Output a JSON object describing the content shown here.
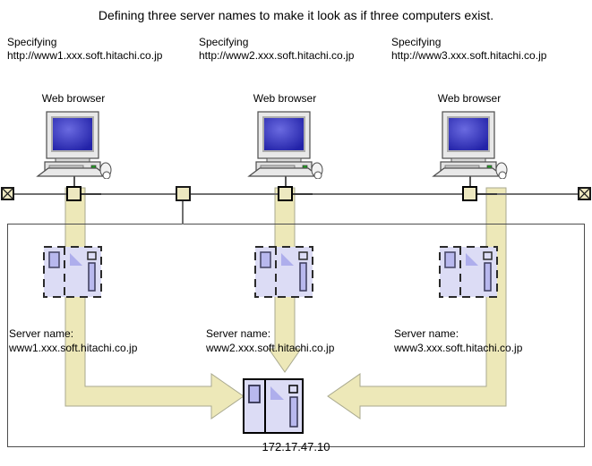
{
  "title": "Defining three server names to make it look as if three computers exist.",
  "specifying": [
    {
      "label": "Specifying",
      "url": "http://www1.xxx.soft.hitachi.co.jp"
    },
    {
      "label": "Specifying",
      "url": "http://www2.xxx.soft.hitachi.co.jp"
    },
    {
      "label": "Specifying",
      "url": "http://www3.xxx.soft.hitachi.co.jp"
    }
  ],
  "browsers": [
    {
      "label": "Web browser"
    },
    {
      "label": "Web browser"
    },
    {
      "label": "Web browser"
    }
  ],
  "virtual_servers": [
    {
      "caption": "Server name:",
      "name": "www1.xxx.soft.hitachi.co.jp"
    },
    {
      "caption": "Server name:",
      "name": "www2.xxx.soft.hitachi.co.jp"
    },
    {
      "caption": "Server name:",
      "name": "www3.xxx.soft.hitachi.co.jp"
    }
  ],
  "physical_server": {
    "ip": "172.17.47.10"
  },
  "icons": {
    "terminator_left": "network-terminator-icon",
    "terminator_right": "network-terminator-icon",
    "computer": "desktop-computer-icon",
    "virtual_server": "virtual-server-icon",
    "physical_server": "physical-server-icon"
  },
  "colors": {
    "arrow_fill": "#EDE8B8",
    "arrow_stroke": "#A0A0A0",
    "server_body": "#DCDCF5",
    "server_accent": "#B0B0EE",
    "screen_blue": "#3333CC",
    "tap_fill": "#EDE8C0",
    "line_gray": "#707070",
    "box_border": "#4d4d4d"
  }
}
